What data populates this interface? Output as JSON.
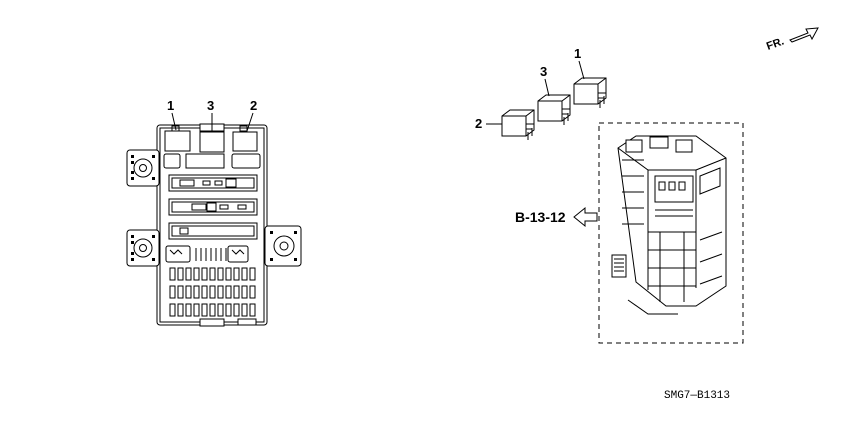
{
  "callouts": {
    "left_1": "1",
    "left_3": "3",
    "left_2": "2",
    "right_1": "1",
    "right_3": "3",
    "right_2": "2"
  },
  "reference": "B-13-12",
  "direction": "FR.",
  "diagram_code": "SMG7—B1313"
}
